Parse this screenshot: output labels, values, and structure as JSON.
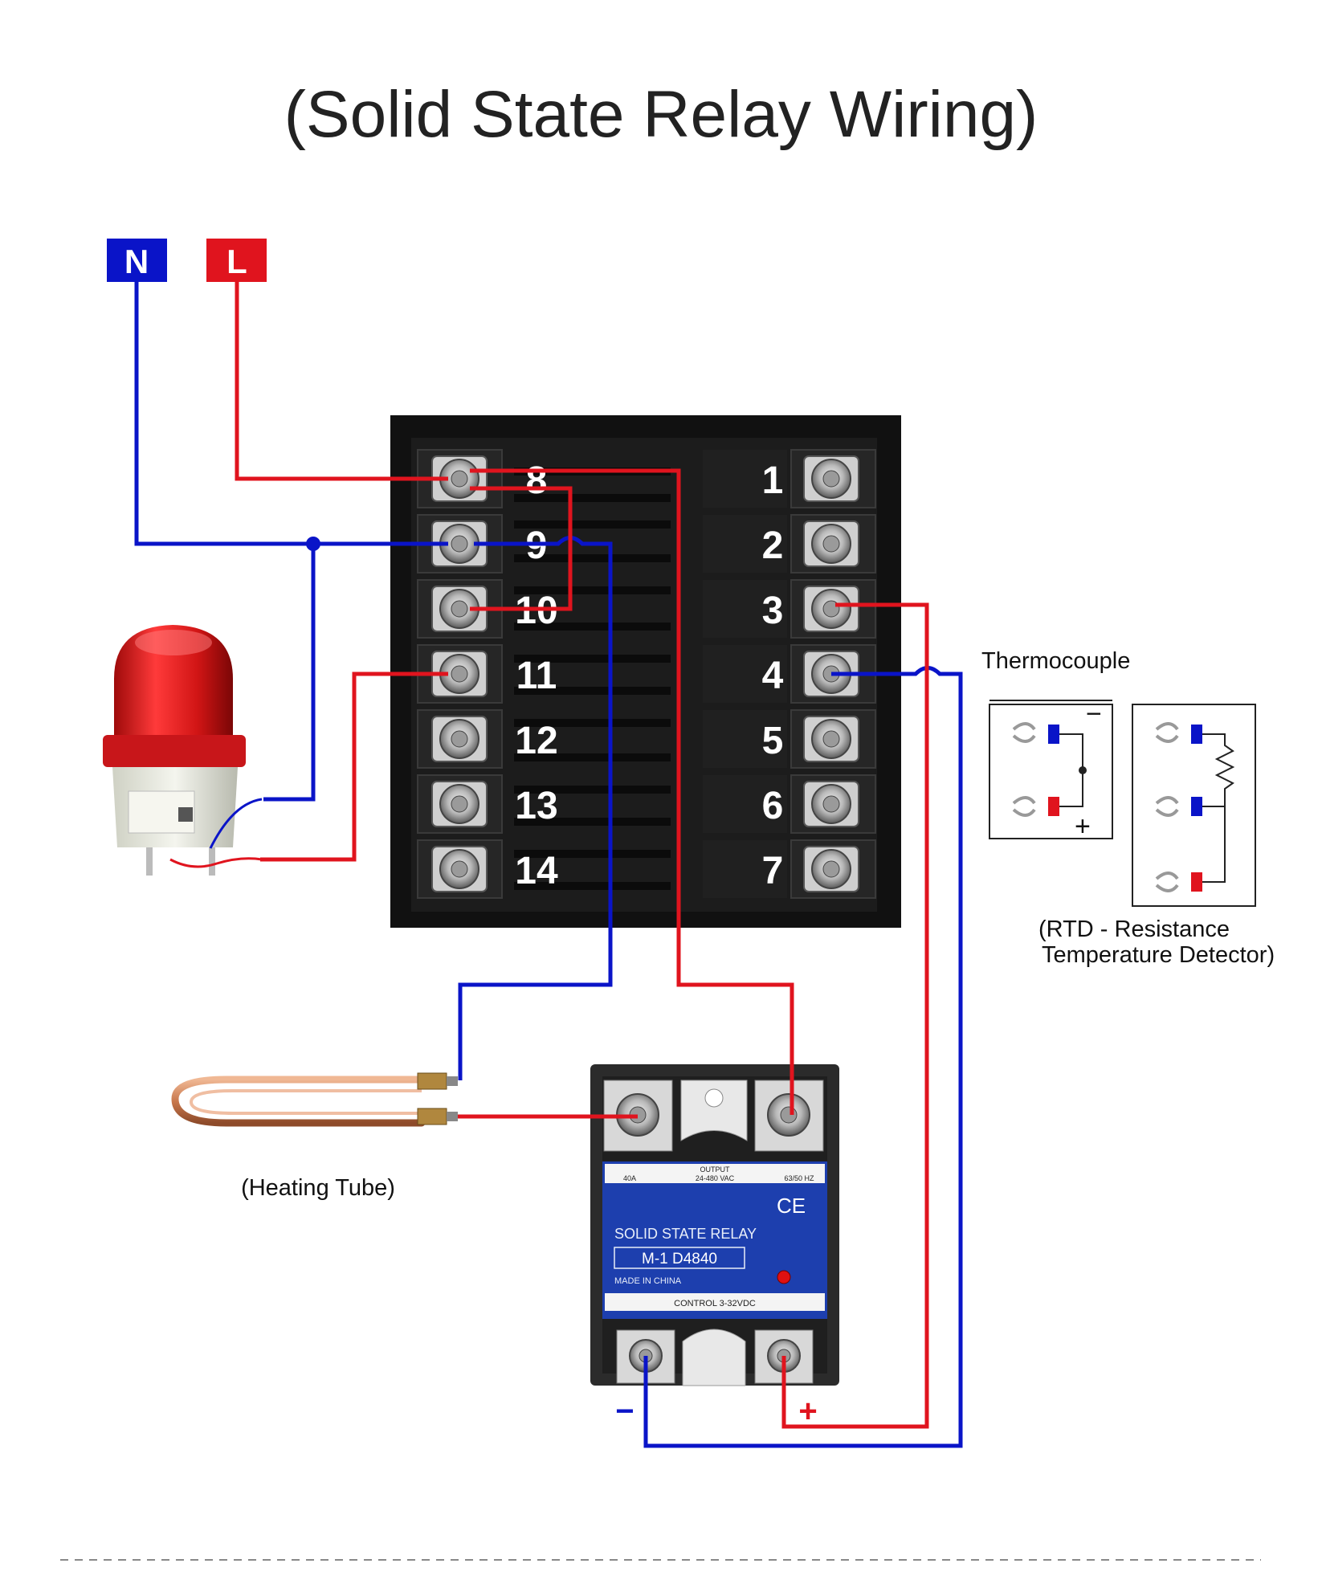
{
  "title": "(Solid State Relay Wiring)",
  "power": {
    "neutral": "N",
    "line": "L"
  },
  "controller": {
    "left_terminals": [
      "8",
      "9",
      "10",
      "11",
      "12",
      "13",
      "14"
    ],
    "right_terminals": [
      "1",
      "2",
      "3",
      "4",
      "5",
      "6",
      "7"
    ]
  },
  "labels": {
    "thermocouple": "Thermocouple",
    "rtd_line1": "(RTD - Resistance",
    "rtd_line2": "Temperature Detector)",
    "heating_tube": "(Heating Tube)"
  },
  "thermocouple_symbol": {
    "minus": "−",
    "plus": "+"
  },
  "ssr": {
    "title": "SOLID STATE RELAY",
    "model": "M-1 D4840",
    "origin": "MADE IN CHINA",
    "output": "OUTPUT",
    "output_rating": "24-480 VAC",
    "current": "40A",
    "freq": "63/50 HZ",
    "control": "CONTROL 3-32VDC",
    "ce": "CE",
    "minus": "−",
    "plus": "+"
  },
  "colors": {
    "neutral": "#0a14c8",
    "line": "#e0141e",
    "ssr_panel": "#1d3fae",
    "controller_body": "#1a1a1a"
  }
}
